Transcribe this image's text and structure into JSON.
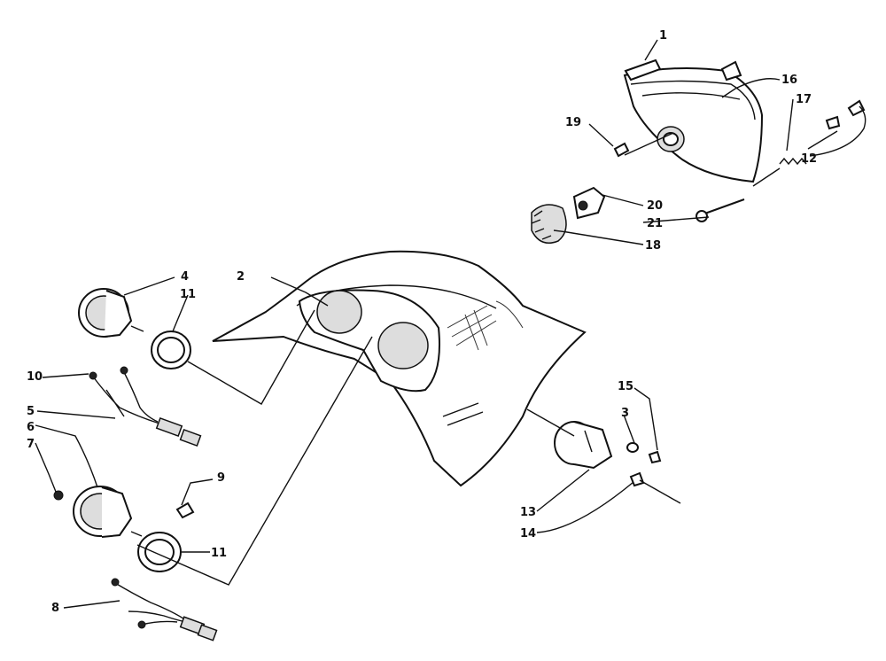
{
  "callouts": {
    "c1": "1",
    "c2": "2",
    "c3": "3",
    "c4": "4",
    "c5": "5",
    "c6": "6",
    "c7": "7",
    "c8": "8",
    "c9": "9",
    "c10": "10",
    "c11a": "11",
    "c11b": "11",
    "c12": "12",
    "c13": "13",
    "c14": "14",
    "c15": "15",
    "c16": "16",
    "c17": "17",
    "c18": "18",
    "c19": "19",
    "c20": "20",
    "c21": "21"
  }
}
